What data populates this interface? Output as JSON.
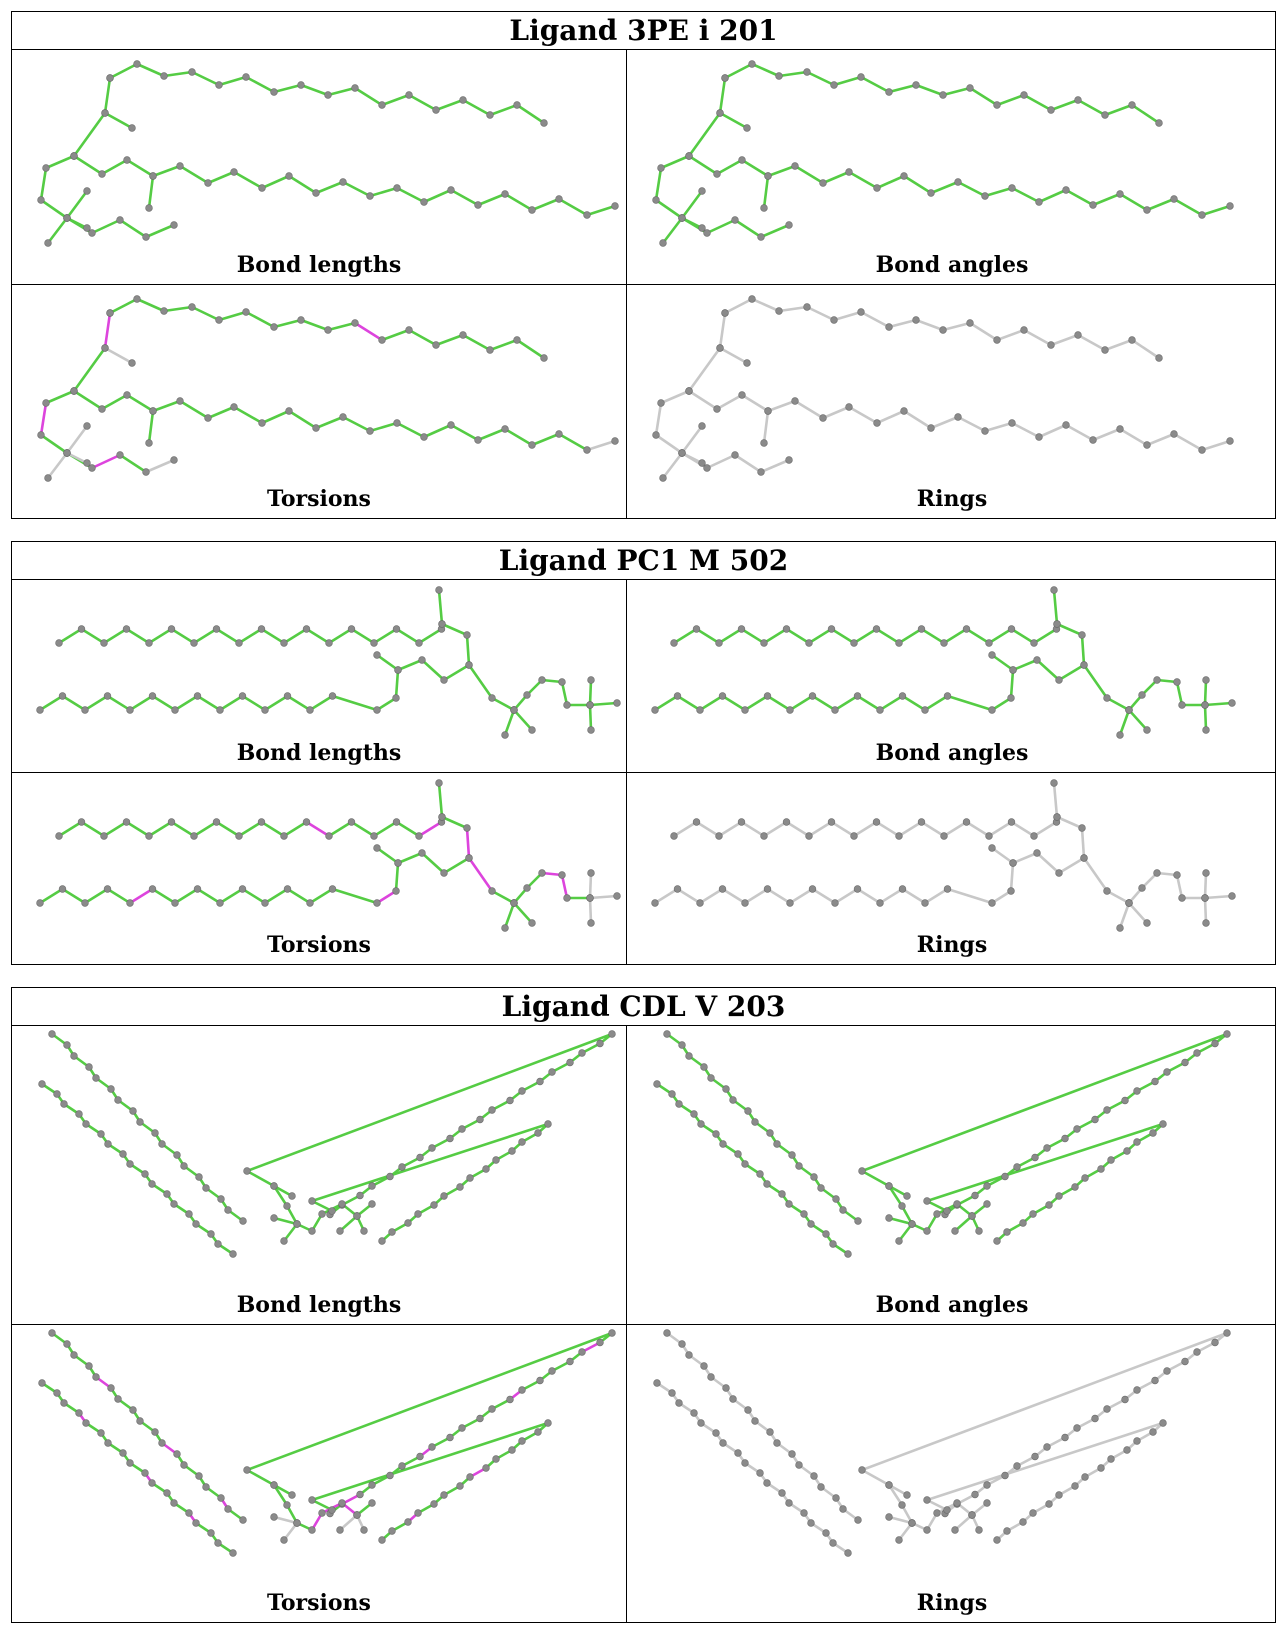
{
  "tables": [
    {
      "title": "Ligand 3PE i 201",
      "panels": [
        "Bond lengths",
        "Bond angles",
        "Torsions",
        "Rings"
      ]
    },
    {
      "title": "Ligand PC1 M 502",
      "panels": [
        "Bond lengths",
        "Bond angles",
        "Torsions",
        "Rings"
      ]
    },
    {
      "title": "Ligand CDL V 203",
      "panels": [
        "Bond lengths",
        "Bond angles",
        "Torsions",
        "Rings"
      ]
    }
  ],
  "colors": {
    "bond_ok": "#55cc44",
    "bond_outlier": "#dd44dd",
    "bond_neutral": "#c8c8c8",
    "atom": "#8a8a8a",
    "border": "#000000"
  }
}
